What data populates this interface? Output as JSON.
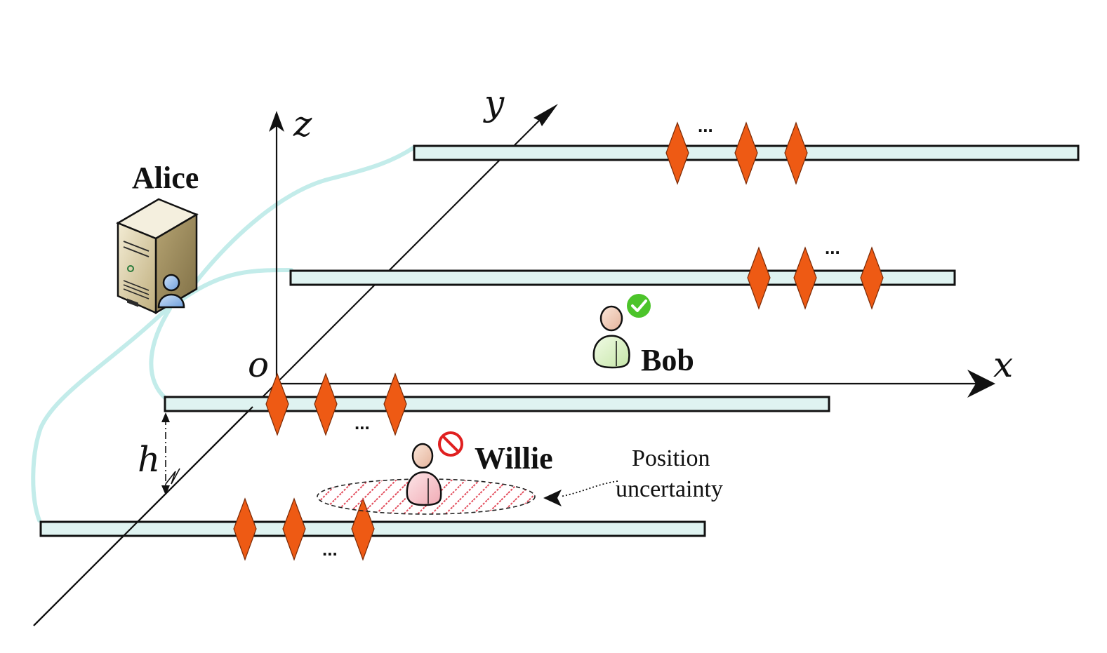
{
  "labels": {
    "axis_x": "x",
    "axis_y": "y",
    "axis_z": "z",
    "origin": "o",
    "height": "h",
    "alice": "Alice",
    "bob": "Bob",
    "willie": "Willie",
    "position_line1": "Position",
    "position_line2": "uncertainty",
    "ellipsis": "..."
  },
  "icons": {
    "alice": "server-with-user-icon",
    "bob": "user-icon",
    "bob_badge": "check-circle-icon",
    "willie": "user-icon",
    "willie_badge": "prohibited-icon",
    "antenna": "diamond-icon"
  },
  "colors": {
    "waveguide_fill": "#dff3f1",
    "antenna": "#ee5a14",
    "fiber": "#c3ecea",
    "bob_body": "#dff5c8",
    "willie_body": "#f7c9cf",
    "alice_user": "#9fc3ee",
    "check_badge": "#4cc42a",
    "prohibited_badge": "#e02020",
    "uncertainty_hatch": "#e24a5a"
  }
}
